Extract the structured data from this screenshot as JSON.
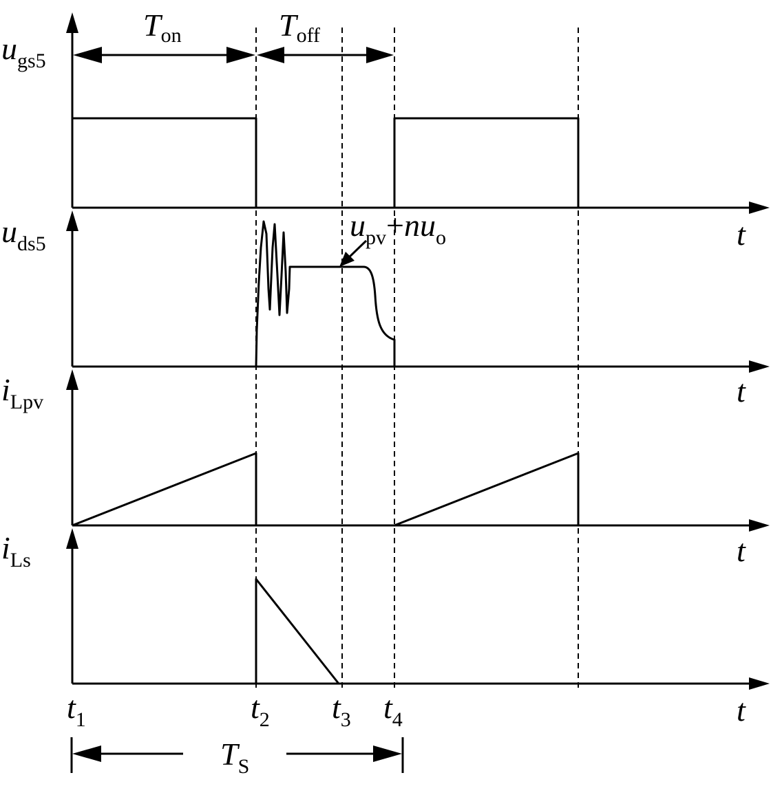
{
  "signals": {
    "ugs5": {
      "main": "u",
      "sub": "gs5"
    },
    "uds5": {
      "main": "u",
      "sub": "ds5"
    },
    "iLpv": {
      "main": "i",
      "sub": "Lpv"
    },
    "iLs": {
      "main": "i",
      "sub": "Ls"
    }
  },
  "time_axis_label": "t",
  "time_marks": [
    {
      "main": "t",
      "sub": "1"
    },
    {
      "main": "t",
      "sub": "2"
    },
    {
      "main": "t",
      "sub": "3"
    },
    {
      "main": "t",
      "sub": "4"
    }
  ],
  "intervals": {
    "Ton": {
      "main": "T",
      "sub": "on"
    },
    "Toff": {
      "main": "T",
      "sub": "off"
    },
    "Ts": {
      "main": "T",
      "sub": "S"
    }
  },
  "annotation": {
    "u": "u",
    "pv": "pv",
    "plus": "+",
    "n": "n",
    "u2": "u",
    "o": "o"
  }
}
